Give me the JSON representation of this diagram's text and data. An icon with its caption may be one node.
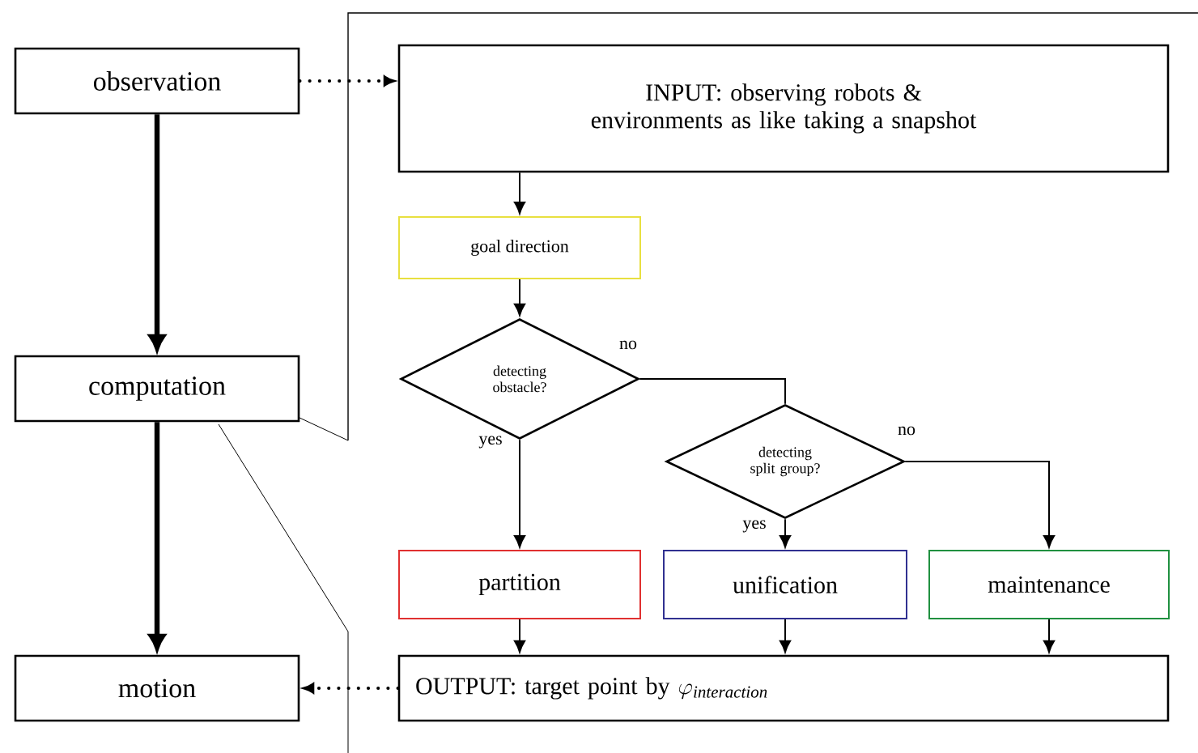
{
  "diagram": {
    "nodes": [
      {
        "text": [
          "observation"
        ]
      },
      {
        "text": [
          "computation"
        ]
      },
      {
        "text": [
          "motion"
        ]
      },
      {
        "text": [
          "INPUT: observing robots & environments as like taking a snapshot"
        ]
      },
      {
        "text": [
          "goal direction"
        ]
      },
      {
        "text": [
          "detecting obstacle?"
        ]
      },
      {
        "text": [
          "detecting split group?"
        ]
      },
      {
        "text": [
          "partition"
        ]
      },
      {
        "text": [
          "unification"
        ]
      },
      {
        "text": [
          "maintenance"
        ]
      },
      {
        "text": [
          "OUTPUT: target point by",
          "\\varphi_{\\mathit{interaction}}"
        ]
      }
    ],
    "edges": [
      {
        "from": 0,
        "to": 1,
        "arrow": "to",
        "style": "thick"
      },
      {
        "from": 1,
        "to": 2,
        "arrow": "to",
        "style": "thick"
      },
      {
        "from": 0,
        "to": 3,
        "arrow": "to",
        "style": "dashed"
      },
      {
        "from": 10,
        "to": 2,
        "arrow": "to",
        "style": "dashed"
      },
      {
        "from": 3,
        "to": 4,
        "arrow": "to"
      },
      {
        "from": 4,
        "to": 5,
        "arrow": "to"
      },
      {
        "from": 5,
        "to": 7,
        "arrow": "to",
        "label": "yes"
      },
      {
        "from": 5,
        "to": 6,
        "arrow": "none",
        "label": "no"
      },
      {
        "from": 6,
        "to": 8,
        "arrow": "to",
        "label": "yes"
      },
      {
        "from": 6,
        "to": 9,
        "arrow": "to",
        "label": "no"
      },
      {
        "from": 7,
        "to": 10,
        "arrow": "to"
      },
      {
        "from": 8,
        "to": 10,
        "arrow": "to"
      },
      {
        "from": 9,
        "to": 10,
        "arrow": "to"
      }
    ]
  }
}
